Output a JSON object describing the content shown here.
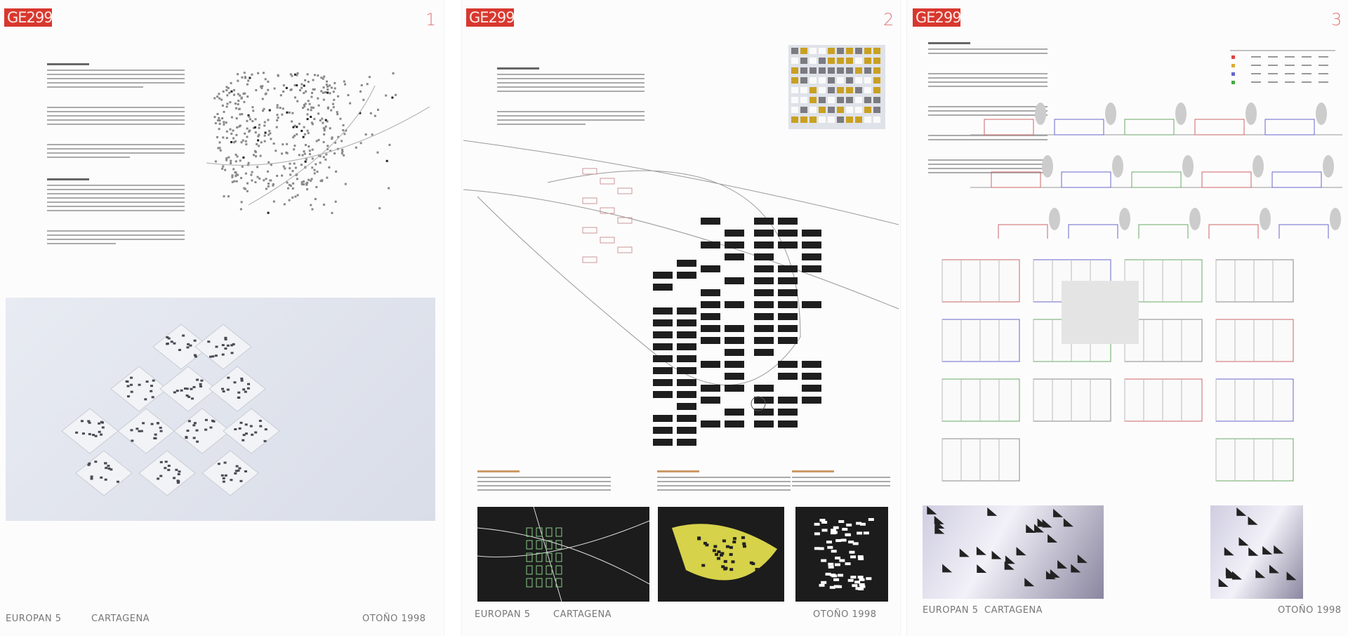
{
  "boards": [
    {
      "badge": "GE299",
      "page_number": "1",
      "footer_left": "EUROPAN 5",
      "footer_city": "CARTAGENA",
      "footer_right": "OTOÑO 1998"
    },
    {
      "badge": "GE299",
      "page_number": "2",
      "footer_left": "EUROPAN 5",
      "footer_city": "CARTAGENA",
      "footer_right": "OTOÑO 1998"
    },
    {
      "badge": "GE299",
      "page_number": "3",
      "footer_left": "EUROPAN 5",
      "footer_city": "CARTAGENA",
      "footer_right": "OTOÑO 1998"
    }
  ],
  "colors": {
    "badge": "#d8372e",
    "page_number": "#e07b7b",
    "model_bg": "#dfe3ec",
    "dark_panel": "#1c1c1c",
    "highlight": "#d6d24a"
  }
}
